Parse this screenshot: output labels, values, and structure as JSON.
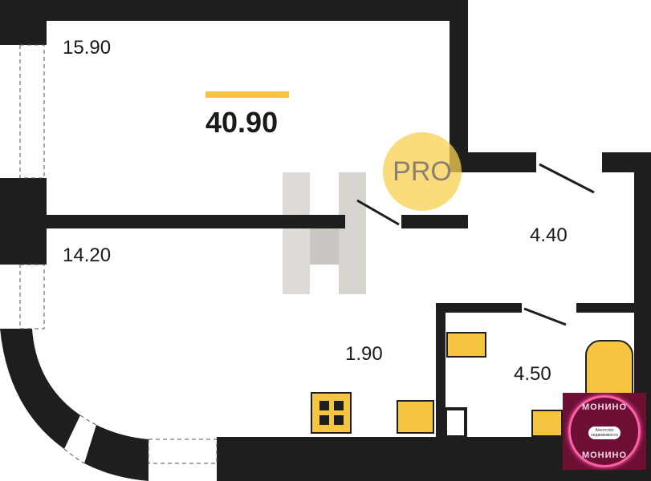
{
  "plan": {
    "total_area": "40.90",
    "rooms": {
      "room_top": "15.90",
      "room_main": "14.20",
      "hall": "4.40",
      "kitchen": "1.90",
      "bathroom": "4.50"
    },
    "accent_color": "#f5c542",
    "wall_color": "#1e1e1e"
  },
  "watermark": {
    "badge": "PRO"
  },
  "logo": {
    "top": "МОНИНО",
    "bottom": "МОНИНО",
    "tagline": "Агентство недвижимости"
  }
}
